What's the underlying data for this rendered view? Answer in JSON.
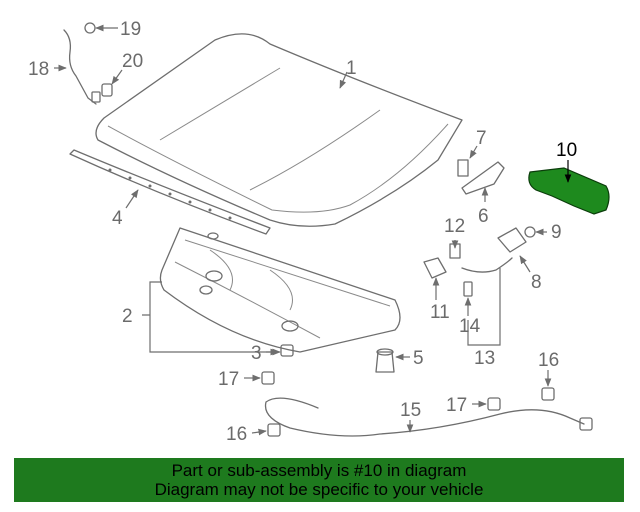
{
  "callouts": [
    "1",
    "2",
    "3",
    "4",
    "5",
    "6",
    "7",
    "8",
    "9",
    "10",
    "11",
    "12",
    "13",
    "14",
    "15",
    "16",
    "16",
    "17",
    "17",
    "18",
    "19",
    "20"
  ],
  "highlight": {
    "part_number": "10",
    "color": "#1e8a1e"
  },
  "banner": {
    "line1": "Part or sub-assembly is #10 in diagram",
    "line2": "Diagram may not be specific to your vehicle",
    "background": "#1e7a1e"
  }
}
